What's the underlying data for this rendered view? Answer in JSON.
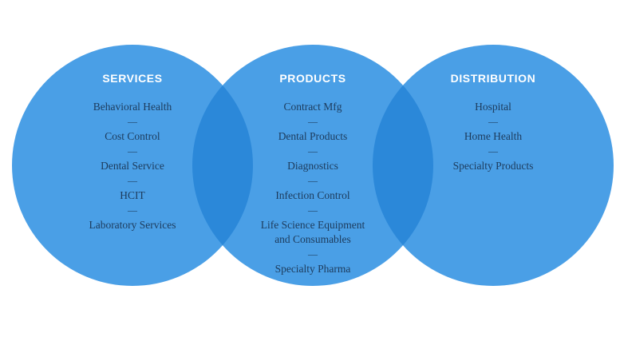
{
  "colors": {
    "circle_fill": "#4a9fe6",
    "overlap_fill": "#2b88d9",
    "title_text": "#ffffff",
    "item_text": "#1d3b5c"
  },
  "separator": "—",
  "circles": [
    {
      "title": "SERVICES",
      "items": [
        [
          "Behavioral Health"
        ],
        [
          "Cost Control"
        ],
        [
          "Dental Service"
        ],
        [
          "HCIT"
        ],
        [
          "Laboratory Services"
        ]
      ]
    },
    {
      "title": "PRODUCTS",
      "items": [
        [
          "Contract Mfg"
        ],
        [
          "Dental Products"
        ],
        [
          "Diagnostics"
        ],
        [
          "Infection Control"
        ],
        [
          "Life Science Equipment",
          "and Consumables"
        ],
        [
          "Specialty Pharma"
        ]
      ]
    },
    {
      "title": "DISTRIBUTION",
      "items": [
        [
          "Hospital"
        ],
        [
          "Home Health"
        ],
        [
          "Specialty Products"
        ]
      ]
    }
  ]
}
